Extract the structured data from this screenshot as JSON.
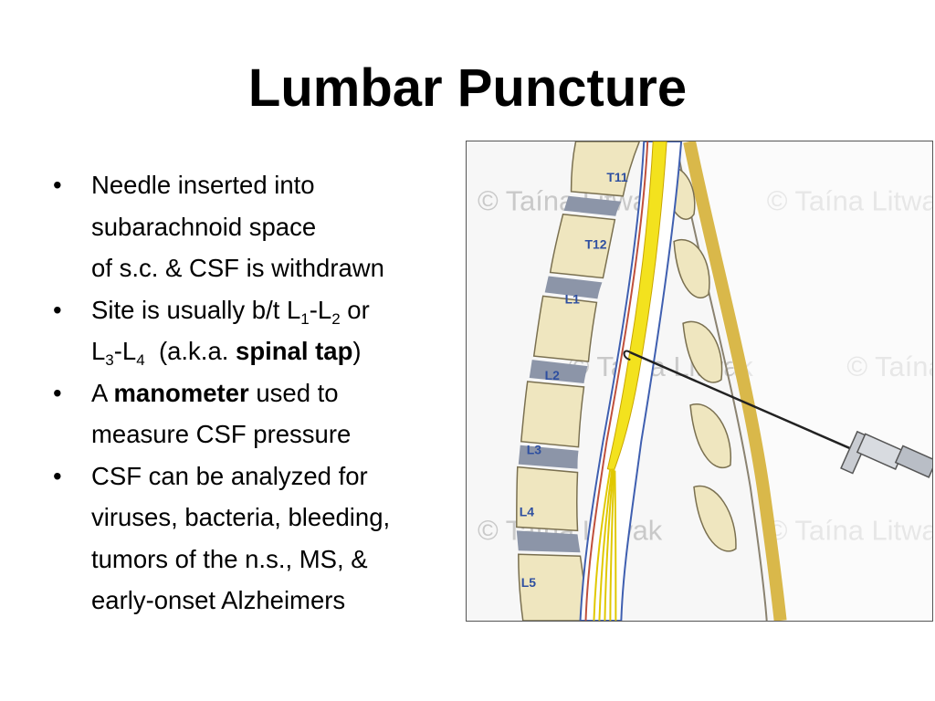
{
  "slide": {
    "title": "Lumbar Puncture",
    "bullet_glyph": "•",
    "bullets": [
      {
        "lines": [
          "Needle inserted into",
          "subarachnoid space",
          "of s.c. & CSF is withdrawn"
        ]
      },
      {
        "line1": {
          "a": "Site is usually b/t L",
          "s1": "1",
          "b": "-L",
          "s2": "2",
          "c": " or"
        },
        "line2": {
          "a": "L",
          "s1": "3",
          "b": "-L",
          "s2": "4",
          "c": "  (a.k.a. ",
          "bold": "spinal tap",
          "d": ")"
        }
      },
      {
        "line1": {
          "a": "A ",
          "bold": "manometer",
          "b": " used to"
        },
        "line2": "measure CSF pressure"
      },
      {
        "lines": [
          "CSF can be analyzed for",
          "viruses, bacteria, bleeding,",
          "tumors of the n.s., MS, &",
          "early-onset Alzheimers"
        ]
      }
    ]
  },
  "figure": {
    "watermark": "© Taína Litwak",
    "vertebra_labels": [
      "T11",
      "T12",
      "L1",
      "L2",
      "L3",
      "L4",
      "L5"
    ],
    "colors": {
      "spinal_cord": "#f3e21e",
      "bone": "#efe6bf",
      "bone_outline": "#7a7050",
      "disc": "#8c95a8",
      "ligament": "#d9b84a",
      "dura_blue": "#3f5fb0",
      "dura_red": "#c0503c"
    }
  }
}
